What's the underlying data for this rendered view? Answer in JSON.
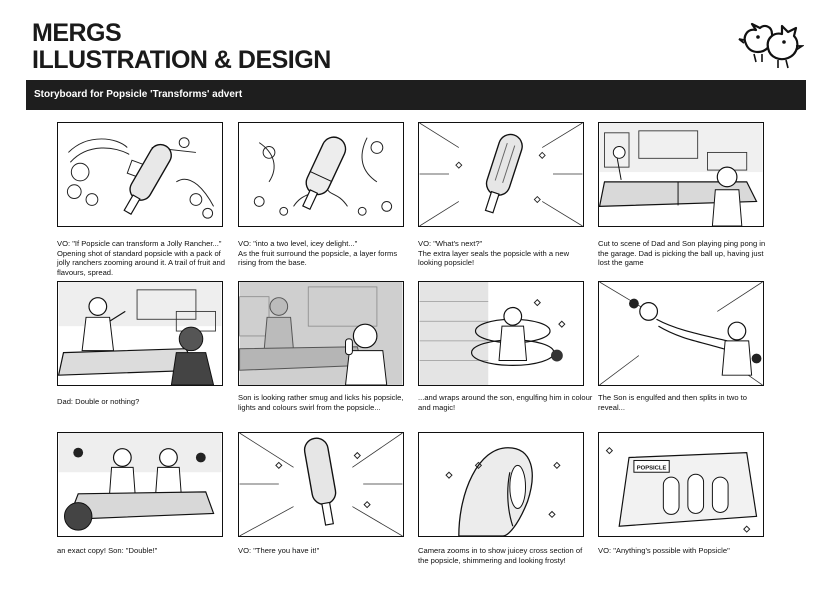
{
  "header": {
    "brand_line1": "MERGS",
    "brand_line2": "ILLUSTRATION & DESIGN",
    "logo_icon": "two-birds-logo-icon"
  },
  "banner": {
    "text": "Storyboard for Popsicle 'Transforms' advert"
  },
  "panels": [
    {
      "scene": "popsicle-fruit-burst",
      "caption": "VO: \"If Popsicle can transform a Jolly Rancher...\"\nOpening shot of standard popsicle with a pack of jolly ranchers zooming around it. A trail of fruit and flavours, spread."
    },
    {
      "scene": "popsicle-layer-fruit",
      "caption": "VO: \"into a two level, icey delight...\"\nAs the fruit surround the popsicle, a layer forms rising from the base."
    },
    {
      "scene": "popsicle-sealed",
      "caption": "VO: \"What's next?\"\nThe extra layer seals the popsicle with a new looking popsicle!"
    },
    {
      "scene": "garage-ping-pong",
      "caption": "Cut to scene of Dad and Son playing  ping pong in the garage. Dad is picking the ball up, having just lost the game"
    },
    {
      "scene": "dad-challenge",
      "caption": "Dad: Double or nothing?"
    },
    {
      "scene": "son-licks-popsicle",
      "caption": "Son is looking rather smug and licks his popsicle, lights and colours swirl from the popsicle..."
    },
    {
      "scene": "son-engulfed-swirl",
      "caption": "...and wraps around the son, engulfing him in colour and magic!"
    },
    {
      "scene": "son-splits",
      "caption": "The Son is engulfed and then splits in two to reveal..."
    },
    {
      "scene": "two-sons",
      "caption": "an exact copy! Son: \"Double!\""
    },
    {
      "scene": "popsicle-hero",
      "caption": "VO: \"There you have it!\""
    },
    {
      "scene": "popsicle-cross-section",
      "caption": "Camera zooms in to show juicey cross section of the popsicle, shimmering and looking frosty!"
    },
    {
      "scene": "popsicle-packshot",
      "caption": "VO: \"Anything's possible with Popsicle\"",
      "pack_label": "POPSICLE"
    }
  ]
}
